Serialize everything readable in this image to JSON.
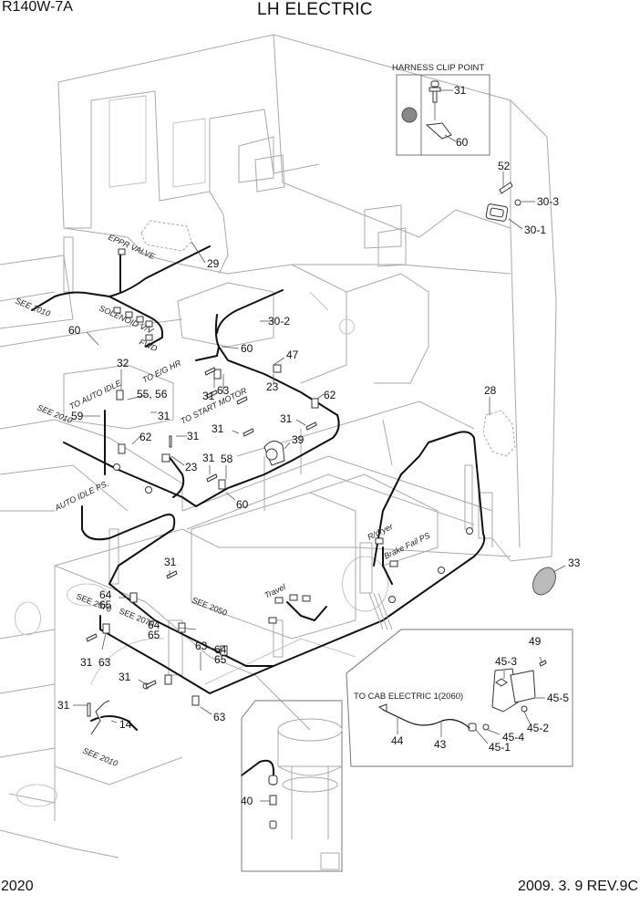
{
  "header": {
    "model": "R140W-7A",
    "title": "LH ELECTRIC"
  },
  "footer": {
    "page_number": "2020",
    "revision": "2009. 3. 9  REV.9C"
  },
  "insets": {
    "harness_clip_point": {
      "title": "HARNESS CLIP POINT",
      "callouts": [
        "31",
        "60"
      ]
    },
    "cab_electric": {
      "note": "TO CAB ELECTRIC 1(2060)",
      "callouts": [
        "49",
        "45-3",
        "45-5",
        "45-2",
        "45-4",
        "45-1",
        "44",
        "43"
      ]
    },
    "engine_sensor": {
      "callouts": [
        "40"
      ]
    }
  },
  "notes": {
    "eppr_valve": "EPPR VALVE",
    "solenoid_vv": "SOLENOID V/V",
    "fwd": "FWD",
    "see_2010_a": "SEE 2010",
    "see_2010_b": "SEE 2010",
    "see_2010_c": "SEE 2010",
    "to_auto_idle": "TO AUTO IDLE",
    "to_eg_hr": "TO E/G HR",
    "to_start_motor": "TO START MOTOR",
    "auto_idle_ps": "AUTO IDLE PS.",
    "see_2070_a": "SEE 2070",
    "see_2070_b": "SEE 2070",
    "see_2050": "SEE 2050",
    "travel": "Travel",
    "rdryer": "R/dryer",
    "brake_fail_ps": "Brake Fail PS"
  },
  "callouts": {
    "c31_clip": "31",
    "c60_clip": "60",
    "c52": "52",
    "c30_3": "30-3",
    "c30_1": "30-1",
    "c29": "29",
    "c30_2": "30-2",
    "c60_a": "60",
    "c60_b": "60",
    "c60_c": "60",
    "c47": "47",
    "c32": "32",
    "c55_56": "55, 56",
    "c31_a": "31",
    "c63_a": "63",
    "c62_a": "62",
    "c59": "59",
    "c31_b": "31",
    "c31_c": "31",
    "c23_a": "23",
    "c31_d": "31",
    "c62_b": "62",
    "c23_b": "23",
    "c31_e": "31",
    "c39": "39",
    "c31_f": "31",
    "c58": "58",
    "c28": "28",
    "c33": "33",
    "c31_g": "31",
    "c64_a": "64",
    "c65_a": "65",
    "c64_b": "64",
    "c65_b": "65",
    "c63_b": "63",
    "c64_c": "64",
    "c65_c": "65",
    "c31_h": "31",
    "c63_c": "63",
    "c31_i": "31",
    "c31_j": "31",
    "c14": "14",
    "c63_d": "63",
    "c49": "49",
    "c45_3": "45-3",
    "c45_5": "45-5",
    "c45_2": "45-2",
    "c45_4": "45-4",
    "c45_1": "45-1",
    "c44": "44",
    "c43": "43",
    "c40": "40"
  }
}
